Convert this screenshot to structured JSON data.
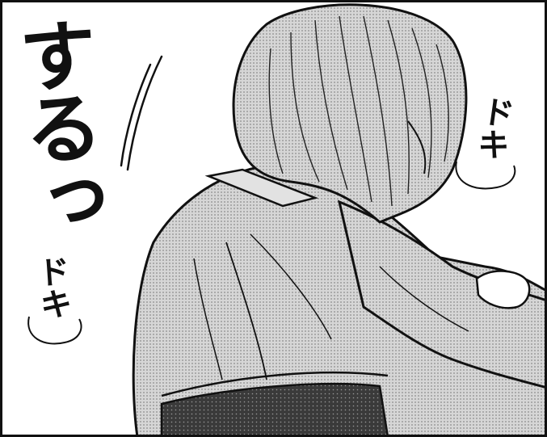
{
  "panel": {
    "background": "#ffffff",
    "ink": "#111111",
    "screentone": "#c9c9c9"
  },
  "sfx": {
    "suru": "するっ",
    "doki_right": "ドキ",
    "doki_left": "ドキ"
  }
}
